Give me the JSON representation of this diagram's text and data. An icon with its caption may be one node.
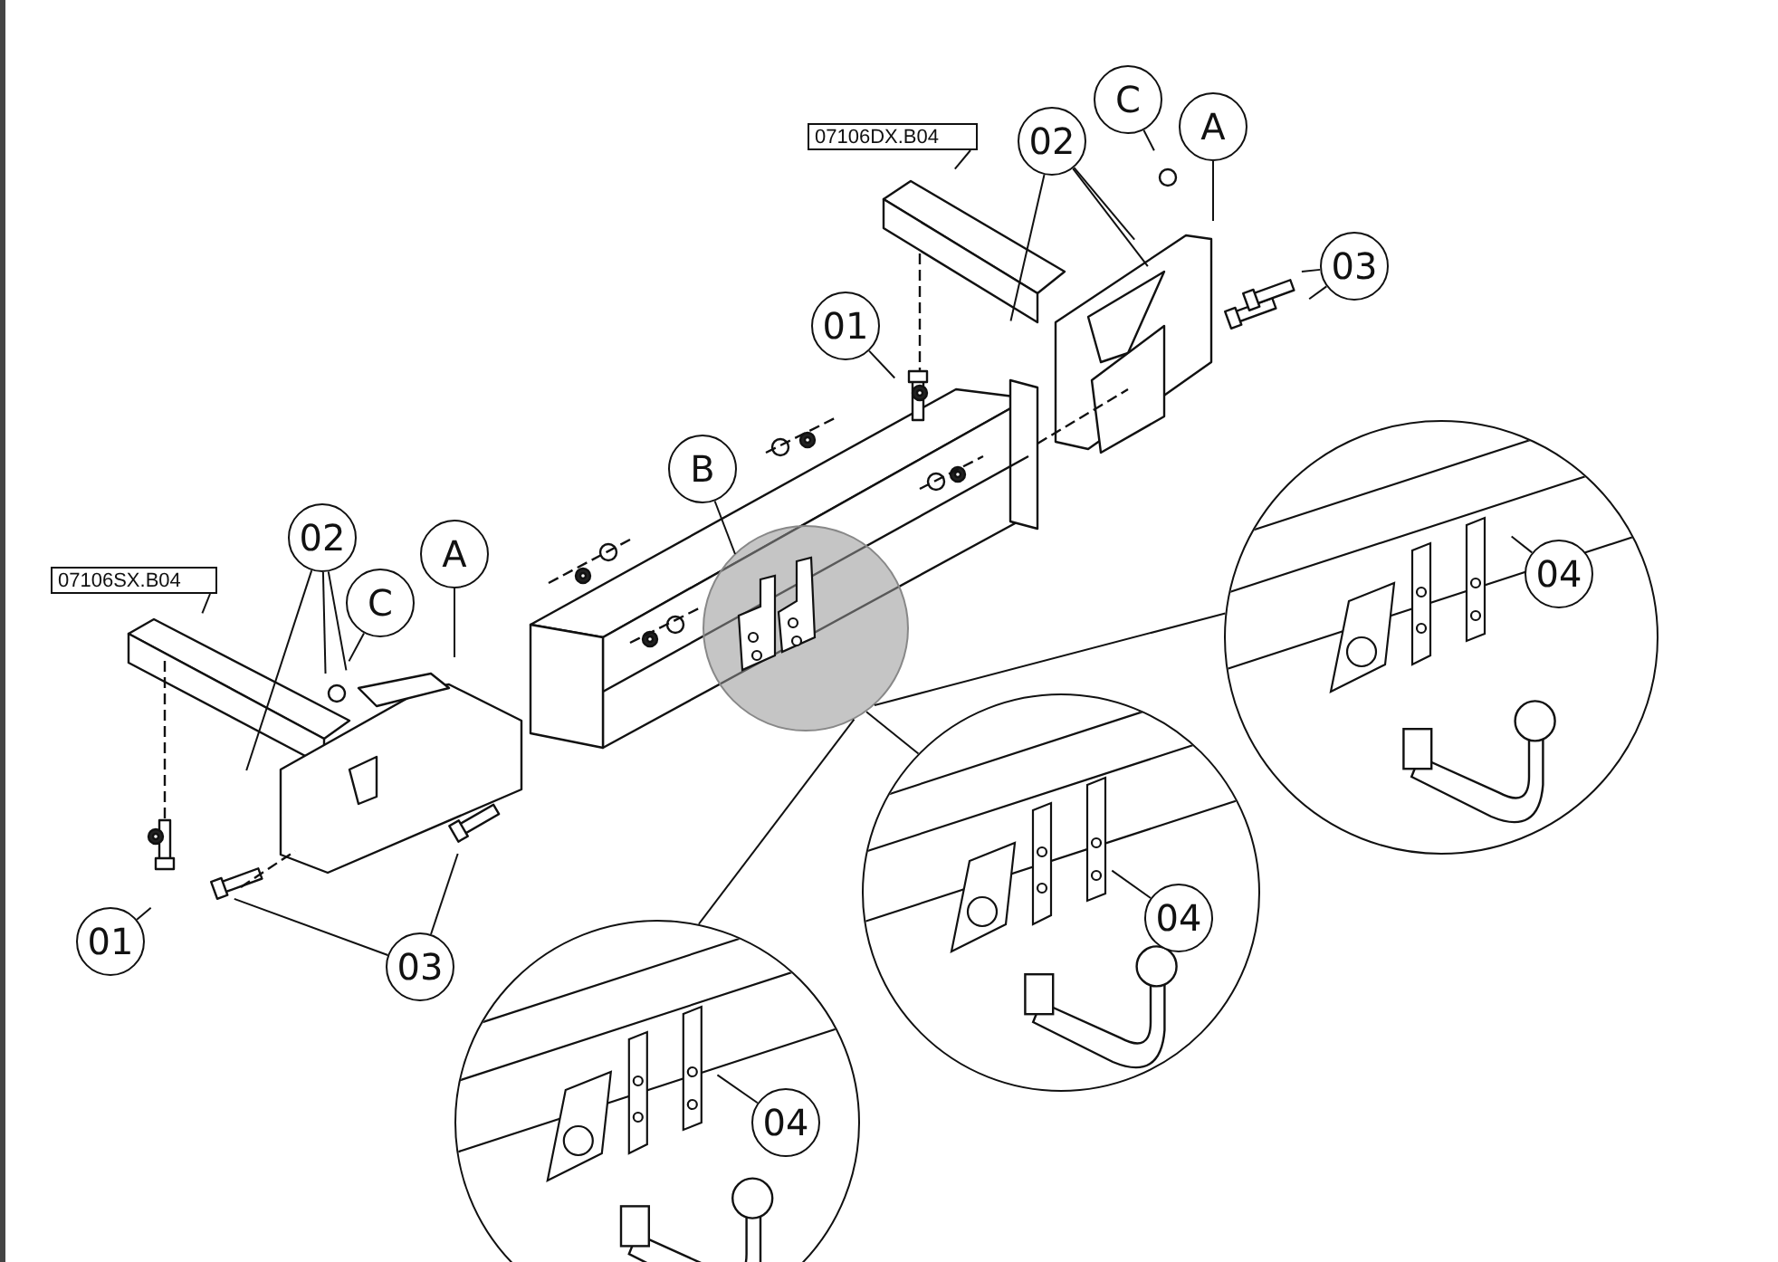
{
  "diagram": {
    "nodes": [
      {
        "text": [
          "07106DX.B04"
        ]
      },
      {
        "text": [
          "C"
        ]
      },
      {
        "text": [
          "A"
        ]
      },
      {
        "text": [
          "02"
        ]
      },
      {
        "text": [
          "03"
        ]
      },
      {
        "text": [
          "01"
        ]
      },
      {
        "text": [
          "B"
        ]
      },
      {
        "text": [
          "07106SX.B04"
        ]
      },
      {
        "text": [
          "02"
        ]
      },
      {
        "text": [
          "A"
        ]
      },
      {
        "text": [
          "C"
        ]
      },
      {
        "text": [
          "01"
        ]
      },
      {
        "text": [
          "03"
        ]
      },
      {
        "text": [],
        "shape": "circle"
      },
      {
        "text": [],
        "shape": "circle"
      },
      {
        "text": [
          "04"
        ],
        "in": 14
      },
      {
        "text": [],
        "shape": "circle"
      },
      {
        "text": [
          "04"
        ],
        "in": 16
      },
      {
        "text": [],
        "shape": "circle"
      },
      {
        "text": [
          "04"
        ],
        "in": 18
      }
    ],
    "edges": [
      {
        "from": 0,
        "to": null,
        "arrow": "none"
      },
      {
        "from": 1,
        "to": null,
        "arrow": "none"
      },
      {
        "from": 2,
        "to": null,
        "arrow": "none"
      },
      {
        "from": 3,
        "to": null,
        "arrow": "none"
      },
      {
        "from": 3,
        "to": null,
        "arrow": "none"
      },
      {
        "from": 3,
        "to": null,
        "arrow": "none"
      },
      {
        "from": 4,
        "to": null,
        "arrow": "none"
      },
      {
        "from": 4,
        "to": null,
        "arrow": "none"
      },
      {
        "from": 5,
        "to": null,
        "arrow": "none"
      },
      {
        "from": 6,
        "to": 13,
        "arrow": "none"
      },
      {
        "from": 7,
        "to": null,
        "arrow": "none"
      },
      {
        "from": 8,
        "to": null,
        "arrow": "none"
      },
      {
        "from": 8,
        "to": null,
        "arrow": "none"
      },
      {
        "from": 8,
        "to": null,
        "arrow": "none"
      },
      {
        "from": 9,
        "to": null,
        "arrow": "none"
      },
      {
        "from": 10,
        "to": null,
        "arrow": "none"
      },
      {
        "from": 11,
        "to": null,
        "arrow": "none"
      },
      {
        "from": 12,
        "to": null,
        "arrow": "none"
      },
      {
        "from": 12,
        "to": null,
        "arrow": "none"
      },
      {
        "from": 13,
        "to": 14,
        "arrow": "none"
      },
      {
        "from": 13,
        "to": 16,
        "arrow": "none"
      },
      {
        "from": 13,
        "to": 18,
        "arrow": "none"
      },
      {
        "from": 15,
        "to": null,
        "arrow": "none"
      },
      {
        "from": 17,
        "to": null,
        "arrow": "none"
      },
      {
        "from": 19,
        "to": null,
        "arrow": "none"
      }
    ]
  }
}
